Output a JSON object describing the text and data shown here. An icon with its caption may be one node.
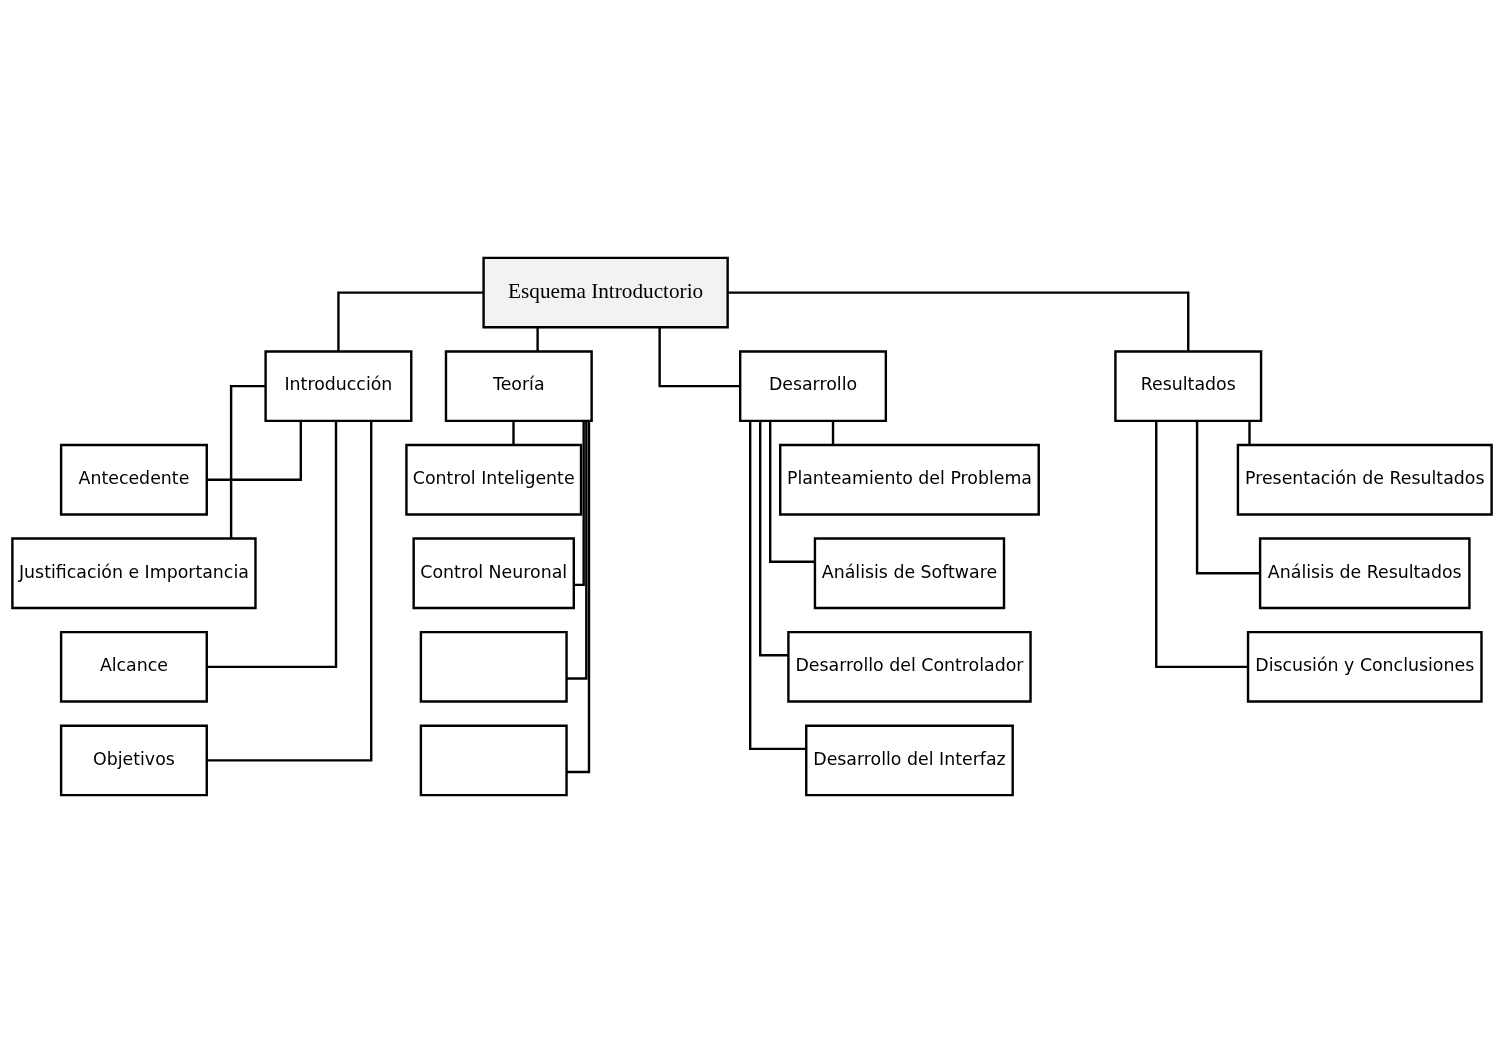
{
  "diagram": {
    "nodes": [
      {
        "text": [
          "Esquema Introductorio"
        ]
      },
      {
        "text": [
          "Introducción"
        ]
      },
      {
        "text": [
          "Teoría"
        ]
      },
      {
        "text": [
          "Desarrollo"
        ]
      },
      {
        "text": [
          "Resultados"
        ]
      },
      {
        "text": [
          "Antecedente"
        ]
      },
      {
        "text": [
          "Justificación e Importancia"
        ]
      },
      {
        "text": [
          "Alcance"
        ]
      },
      {
        "text": [
          "Objetivos"
        ]
      },
      {
        "text": [
          "Control Inteligente"
        ]
      },
      {
        "text": [
          "Control Neuronal"
        ]
      },
      {
        "text": [],
        "shape": "box"
      },
      {
        "text": [],
        "shape": "box"
      },
      {
        "text": [
          "Planteamiento del Problema"
        ]
      },
      {
        "text": [
          "Análisis de Software"
        ]
      },
      {
        "text": [
          "Desarrollo del Controlador"
        ]
      },
      {
        "text": [
          "Desarrollo del Interfaz"
        ]
      },
      {
        "text": [
          "Presentación de Resultados"
        ]
      },
      {
        "text": [
          "Análisis de Resultados"
        ]
      },
      {
        "text": [
          "Discusión y Conclusiones"
        ]
      }
    ],
    "edges": [
      {
        "from": 0,
        "to": 1,
        "arrow": "none"
      },
      {
        "from": 0,
        "to": 2,
        "arrow": "none"
      },
      {
        "from": 0,
        "to": 3,
        "arrow": "none"
      },
      {
        "from": 0,
        "to": 4,
        "arrow": "none"
      },
      {
        "from": 1,
        "to": 5,
        "arrow": "none"
      },
      {
        "from": 1,
        "to": 6,
        "arrow": "none"
      },
      {
        "from": 1,
        "to": 7,
        "arrow": "none"
      },
      {
        "from": 1,
        "to": 8,
        "arrow": "none"
      },
      {
        "from": 2,
        "to": 9,
        "arrow": "none"
      },
      {
        "from": 2,
        "to": 10,
        "arrow": "none"
      },
      {
        "from": 2,
        "to": 11,
        "arrow": "none"
      },
      {
        "from": 2,
        "to": 12,
        "arrow": "none"
      },
      {
        "from": 3,
        "to": 13,
        "arrow": "none"
      },
      {
        "from": 3,
        "to": 14,
        "arrow": "none"
      },
      {
        "from": 3,
        "to": 15,
        "arrow": "none"
      },
      {
        "from": 3,
        "to": 16,
        "arrow": "none"
      },
      {
        "from": 4,
        "to": 17,
        "arrow": "none"
      },
      {
        "from": 4,
        "to": 18,
        "arrow": "none"
      },
      {
        "from": 4,
        "to": 19,
        "arrow": "none"
      }
    ]
  }
}
